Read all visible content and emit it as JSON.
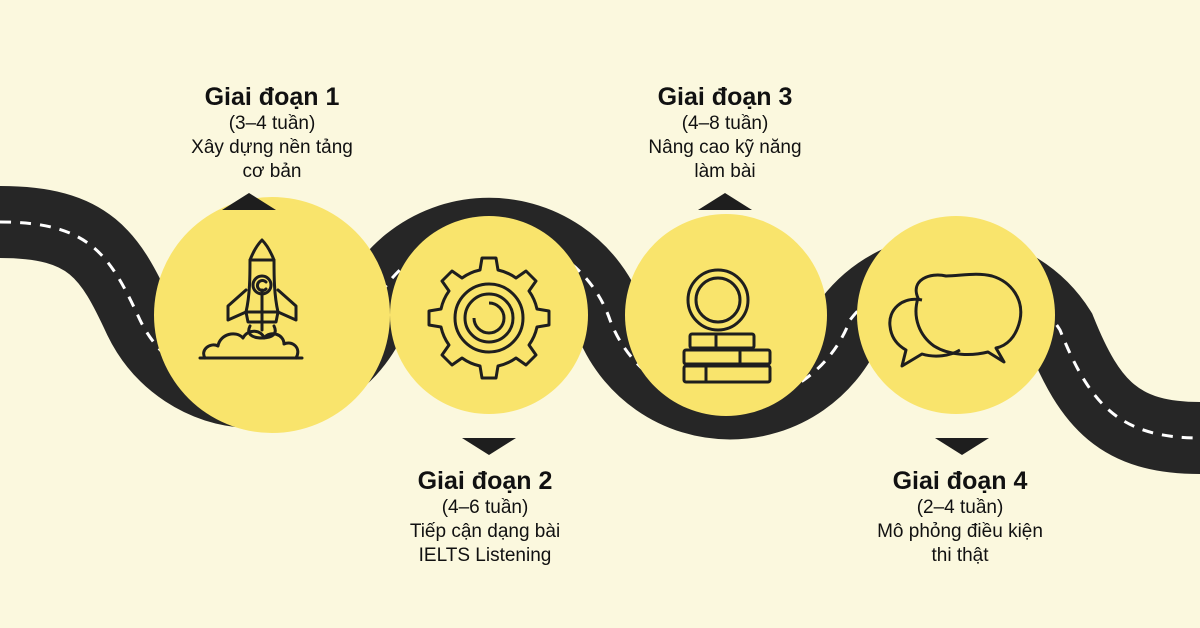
{
  "stages": [
    {
      "title": "Giai đoạn 1",
      "duration": "(3–4 tuần)",
      "desc1": "Xây dựng nền tảng",
      "desc2": "cơ bản",
      "icon": "rocket-icon"
    },
    {
      "title": "Giai đoạn 2",
      "duration": "(4–6 tuần)",
      "desc1": "Tiếp cận dạng bài",
      "desc2": "IELTS Listening",
      "icon": "gear-icon"
    },
    {
      "title": "Giai đoạn 3",
      "duration": "(4–8 tuần)",
      "desc1": "Nâng cao kỹ năng",
      "desc2": "làm bài",
      "icon": "coin-stack-icon"
    },
    {
      "title": "Giai đoạn 4",
      "duration": "(2–4 tuần)",
      "desc1": "Mô phỏng điều kiện",
      "desc2": "thi thật",
      "icon": "chat-bubbles-icon"
    }
  ],
  "colors": {
    "background": "#FBF8DE",
    "road": "#262626",
    "circle": "#F9E46C",
    "dash": "#FFFFFF",
    "icon_stroke": "#1E1E1E"
  }
}
